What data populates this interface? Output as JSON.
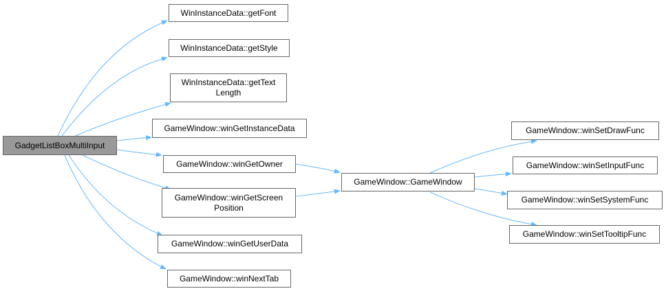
{
  "colors": {
    "edge": "#63b8ff",
    "border": "#666666",
    "root_fill": "#999999",
    "node_fill": "#ffffff"
  },
  "nodes": {
    "root": "GadgetListBoxMultiInput",
    "get_font": "WinInstanceData::getFont",
    "get_style": "WinInstanceData::getStyle",
    "get_text_length": "WinInstanceData::getText\nLength",
    "win_get_instance_data": "GameWindow::winGetInstanceData",
    "win_get_owner": "GameWindow::winGetOwner",
    "win_get_screen_position": "GameWindow::winGetScreen\nPosition",
    "win_get_user_data": "GameWindow::winGetUserData",
    "win_next_tab": "GameWindow::winNextTab",
    "game_window": "GameWindow::GameWindow",
    "win_set_draw_func": "GameWindow::winSetDrawFunc",
    "win_set_input_func": "GameWindow::winSetInputFunc",
    "win_set_system_func": "GameWindow::winSetSystemFunc",
    "win_set_tooltip_func": "GameWindow::winSetTooltipFunc"
  }
}
